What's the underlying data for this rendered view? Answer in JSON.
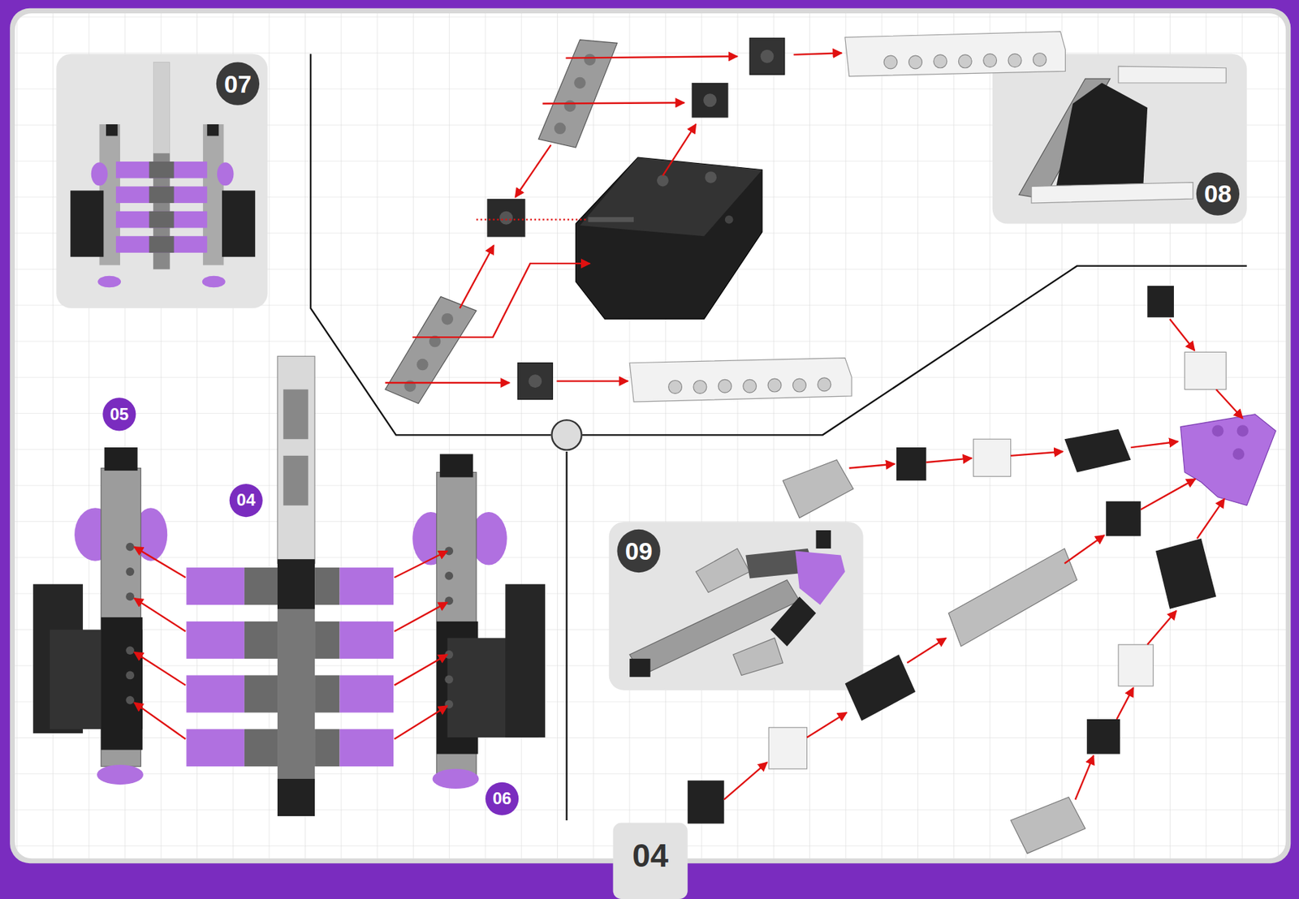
{
  "diagram": {
    "labels": [
      "07",
      "08",
      "05",
      "04",
      "09",
      "06",
      "04"
    ]
  }
}
